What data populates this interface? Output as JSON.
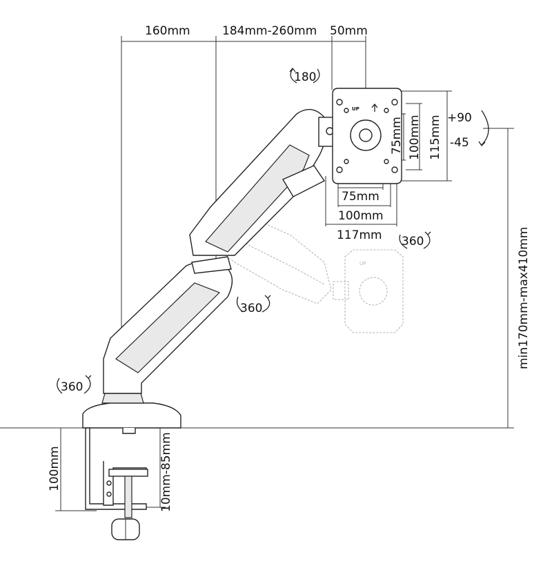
{
  "dimensions": {
    "top_base_to_pole": "160mm",
    "top_arm_range": "184mm-260mm",
    "top_head_offset": "50mm",
    "vesa_h_75": "75mm",
    "vesa_h_100": "100mm",
    "vesa_h_117": "117mm",
    "vesa_v_75": "75mm",
    "vesa_v_100": "100mm",
    "vesa_v_115": "115mm",
    "height_range": "min170mm-max410mm",
    "clamp_height": "100mm",
    "desk_thickness": "10mm-85mm"
  },
  "rotations": {
    "head_rotation": "180",
    "tilt_up": "+90",
    "tilt_down": "-45",
    "swivel_head": "360",
    "swivel_elbow": "360",
    "swivel_base": "360"
  },
  "plate_mark": "UP",
  "ghost_plate_mark": "UP"
}
